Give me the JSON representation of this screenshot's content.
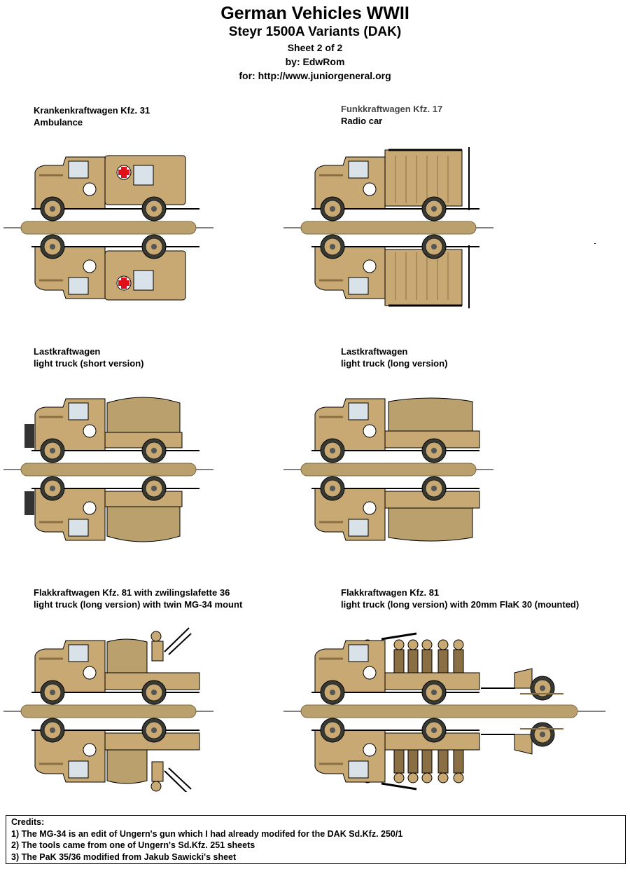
{
  "header": {
    "title": "German Vehicles WWII",
    "subtitle": "Steyr 1500A Variants (DAK)",
    "sheet": "Sheet 2 of 2",
    "author": "by: EdwRom",
    "site": "for: http://www.juniorgeneral.org"
  },
  "colors": {
    "sand": "#c8a974",
    "sand_dark": "#8a6f45",
    "tarp": "#b9a06c",
    "shadow": "#7b6843",
    "cross_red": "#e0101a"
  },
  "vehicles": [
    {
      "name": "Krankenkraftwagen Kfz. 31",
      "desc": "Ambulance",
      "body": "ambulance"
    },
    {
      "name": "Funkkraftwagen Kfz. 17",
      "desc": "Radio car",
      "body": "radio"
    },
    {
      "name": "Lastkraftwagen",
      "desc": "light truck (short version)",
      "body": "truck-short"
    },
    {
      "name": "Lastkraftwagen",
      "desc": "light truck (long version)",
      "body": "truck-long"
    },
    {
      "name": "Flakkraftwagen Kfz. 81 with zwilingslafette 36",
      "desc": "light truck (long version) with twin MG-34 mount",
      "body": "flak-mg"
    },
    {
      "name": "Flakkraftwagen Kfz. 81",
      "desc": "light truck (long version) with 20mm FlaK 30 (mounted)",
      "body": "flak-20mm"
    }
  ],
  "credits": {
    "heading": "Credits:",
    "lines": [
      "1) The MG-34 is an edit of Ungern's gun which I had already modifed for the DAK Sd.Kfz. 250/1",
      "2) The tools came from one of Ungern's Sd.Kfz. 251 sheets",
      "3) The PaK 35/36 modified from Jakub Sawicki's sheet"
    ]
  }
}
